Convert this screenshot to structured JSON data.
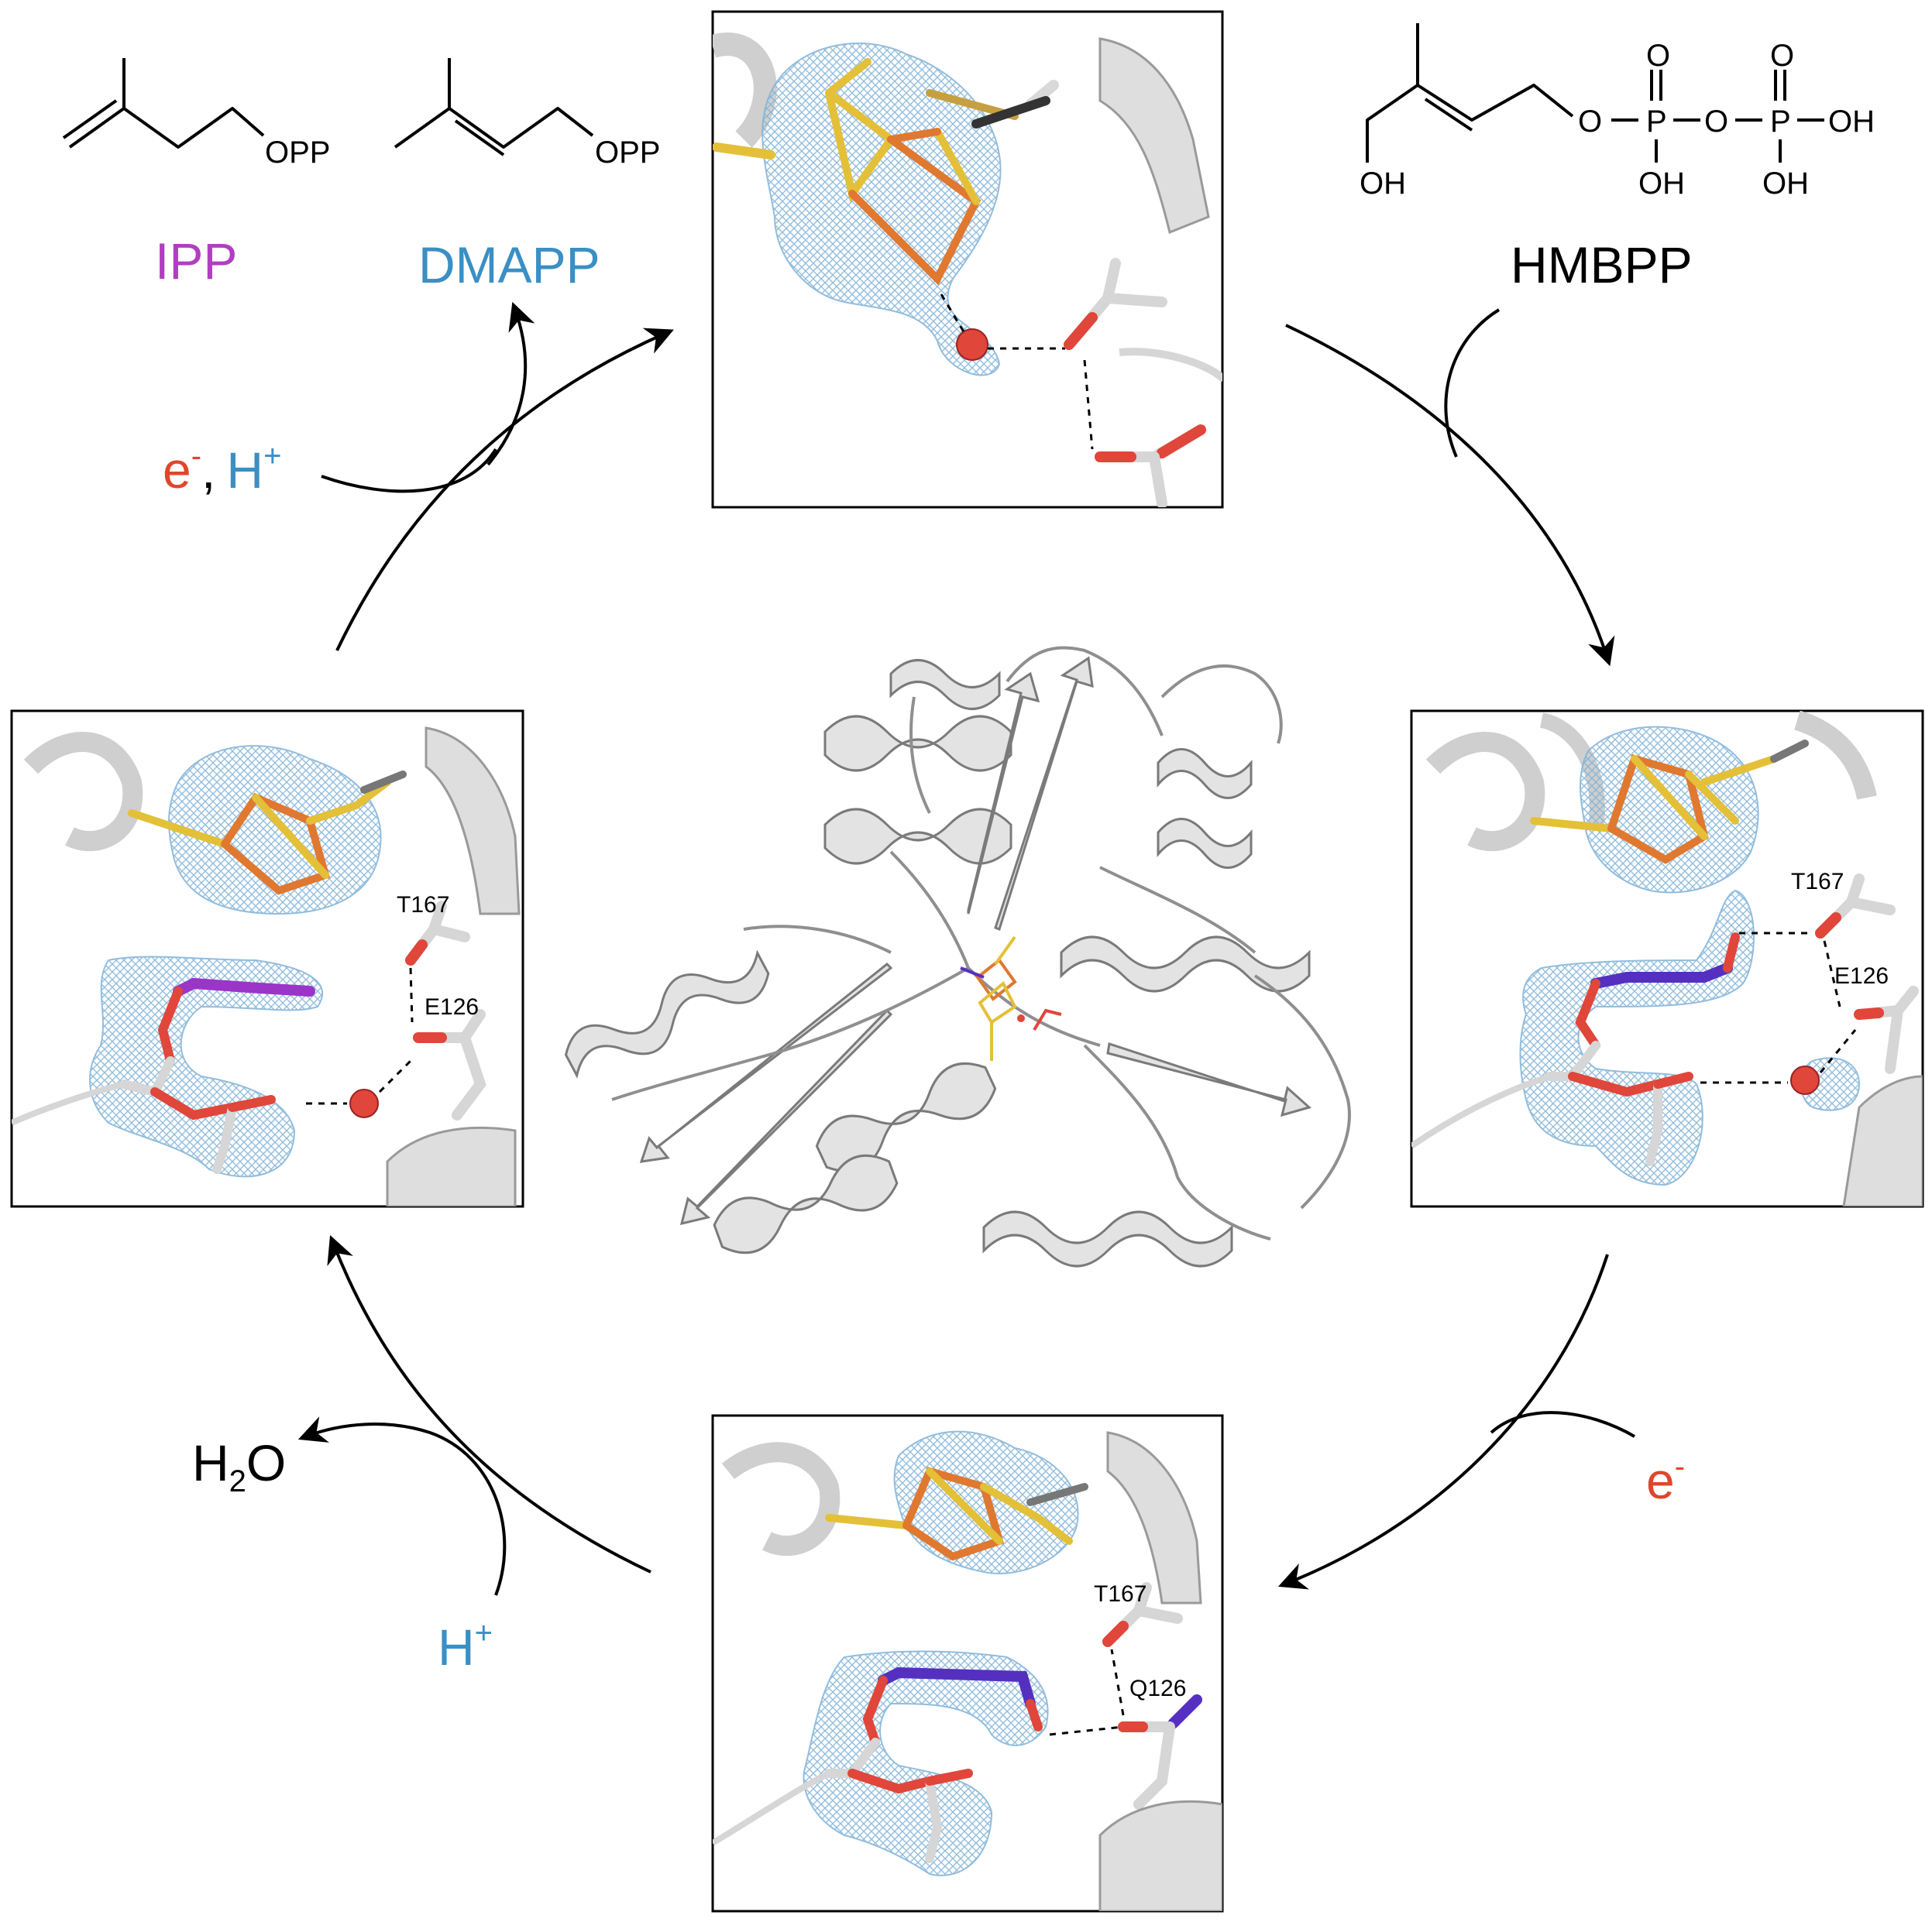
{
  "molecules": {
    "ipp": {
      "label": "IPP",
      "group": "OPP",
      "color": "#b03fc0"
    },
    "dmapp": {
      "label": "DMAPP",
      "group": "OPP",
      "color": "#3a8fc4"
    },
    "hmbpp": {
      "label": "HMBPP",
      "color": "#000000",
      "atoms": {
        "o1": "O",
        "p1": "P",
        "o2": "O",
        "p2": "P",
        "oh_end": "OH",
        "o_top1": "O",
        "o_top2": "O",
        "oh_a": "OH",
        "oh_b": "OH",
        "oh_c": "OH"
      }
    }
  },
  "reagents": {
    "e_h_top": {
      "e": "e",
      "e_sup": "-",
      "sep": ",",
      "h": "H",
      "h_sup": "+"
    },
    "e_right": {
      "e": "e",
      "e_sup": "-"
    },
    "h_bottom": {
      "h": "H",
      "h_sup": "+"
    },
    "water": {
      "h": "H",
      "sub": "2",
      "o": "O"
    }
  },
  "panels": {
    "left": {
      "labels": [
        "T167",
        "E126"
      ]
    },
    "right": {
      "labels": [
        "T167",
        "E126"
      ]
    },
    "bottom": {
      "labels": [
        "T167",
        "Q126"
      ]
    }
  },
  "colors": {
    "reagent_red": "#e0462b",
    "reagent_blue": "#3a8fc4",
    "mesh": "#7fb2d8",
    "iron": "#e07830",
    "sulfur": "#e3c038",
    "substrate": "#5530c0",
    "oxygen": "#e0463a",
    "protein": "#d2d2d2"
  }
}
